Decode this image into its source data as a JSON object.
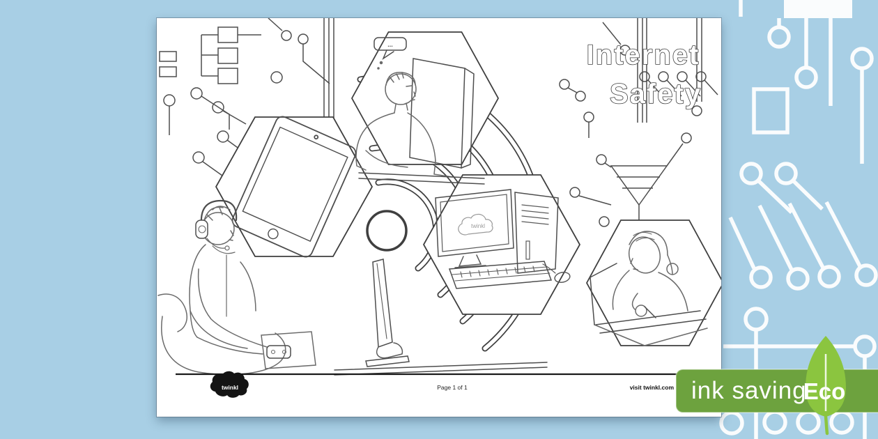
{
  "background": {
    "color": "#a8cfe5",
    "circuit_color": "#ffffff"
  },
  "worksheet": {
    "title_line1": "Internet",
    "title_line2": "Safety",
    "speech_bubble_text": "...",
    "pc_screen_brand": "twinkl",
    "footer": {
      "logo_text": "twinkl",
      "page_indicator": "Page 1 of 1",
      "website": "visit twinkl.com"
    }
  },
  "eco_badge": {
    "label": "ink saving",
    "eco_label": "Eco",
    "band_color": "#6da23e",
    "leaf_color": "#8bc53f"
  }
}
